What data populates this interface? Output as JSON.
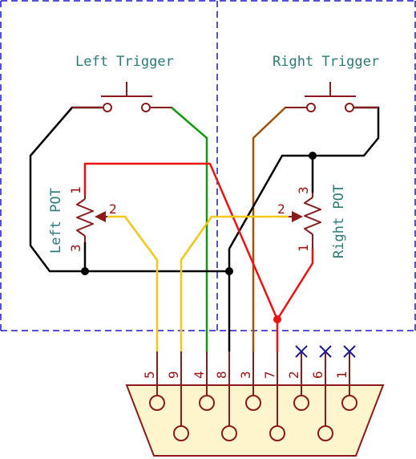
{
  "labels": {
    "left_trigger": "Left Trigger",
    "right_trigger": "Right Trigger",
    "left_pot": "Left POT",
    "right_pot": "Right POT"
  },
  "left_pot_pins": {
    "p1": "1",
    "p2": "2",
    "p3": "3"
  },
  "right_pot_pins": {
    "p1": "1",
    "p2": "2",
    "p3": "3"
  },
  "connector_pins": [
    "5",
    "9",
    "4",
    "8",
    "3",
    "7",
    "2",
    "6",
    "1"
  ],
  "colors": {
    "frame": "#1a1acc",
    "component": "#8b1a1a",
    "wire_black": "#000000",
    "wire_green": "#119911",
    "wire_red": "#ee1111",
    "wire_yellow": "#f5c518",
    "wire_brown": "#a0520a",
    "no_connect": "#1a1a99",
    "connector_fill": "#fff5cc",
    "text": "#2a7a78"
  }
}
